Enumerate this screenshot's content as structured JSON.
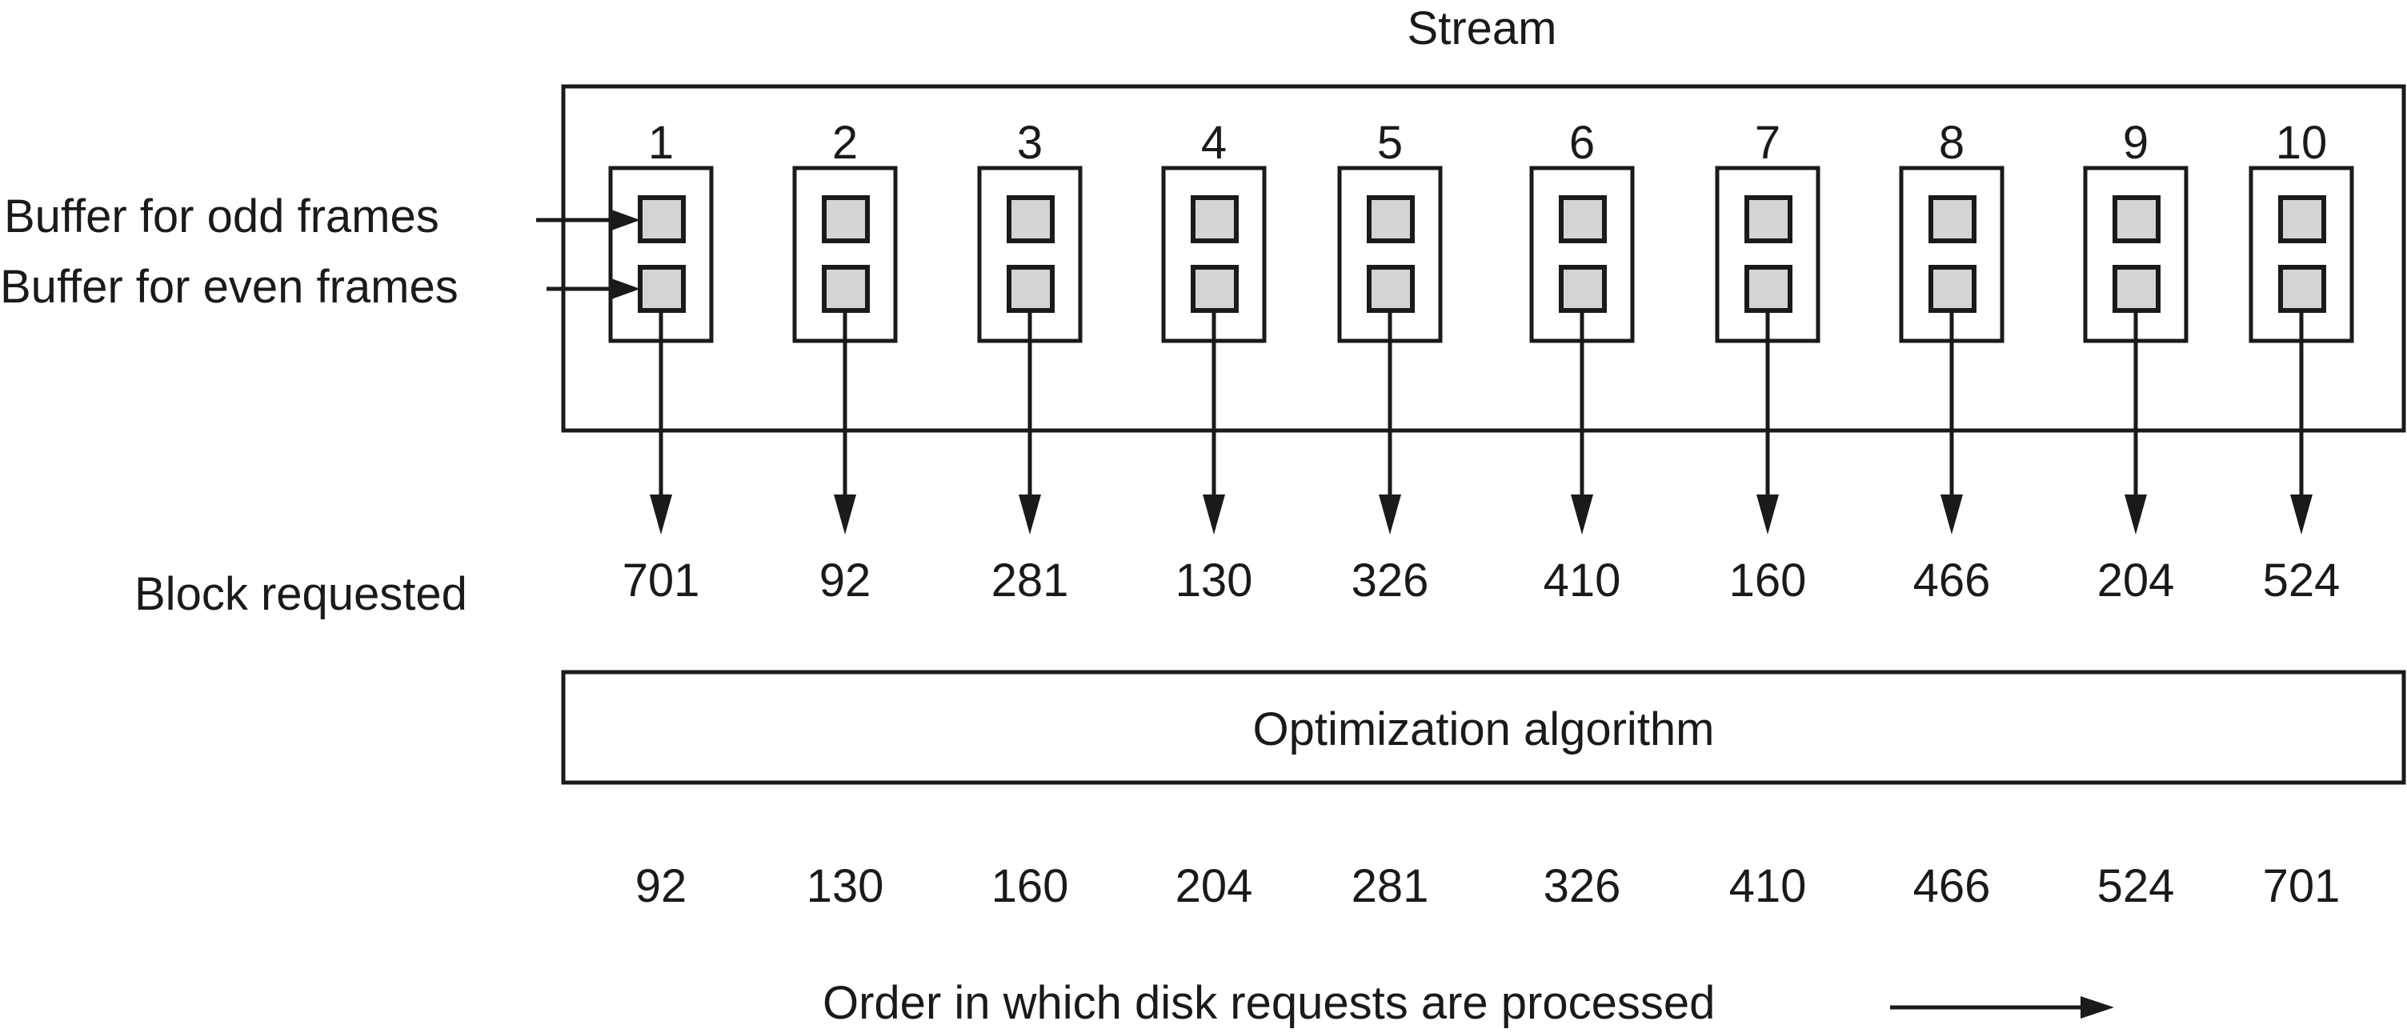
{
  "stream_title": "Stream",
  "labels": {
    "odd_buffer": "Buffer for odd frames",
    "even_buffer": "Buffer for even frames",
    "block_requested": "Block requested",
    "optimization": "Optimization algorithm",
    "order": "Order in which disk requests are processed"
  },
  "streams": [
    {
      "number": "1",
      "block": "701"
    },
    {
      "number": "2",
      "block": "92"
    },
    {
      "number": "3",
      "block": "281"
    },
    {
      "number": "4",
      "block": "130"
    },
    {
      "number": "5",
      "block": "326"
    },
    {
      "number": "6",
      "block": "410"
    },
    {
      "number": "7",
      "block": "160"
    },
    {
      "number": "8",
      "block": "466"
    },
    {
      "number": "9",
      "block": "204"
    },
    {
      "number": "10",
      "block": "524"
    }
  ],
  "processed_order": [
    "92",
    "130",
    "160",
    "204",
    "281",
    "326",
    "410",
    "466",
    "524",
    "701"
  ],
  "colors": {
    "line": "#1a1a1a",
    "buffer_fill": "#d4d4d4",
    "background": "#ffffff"
  }
}
